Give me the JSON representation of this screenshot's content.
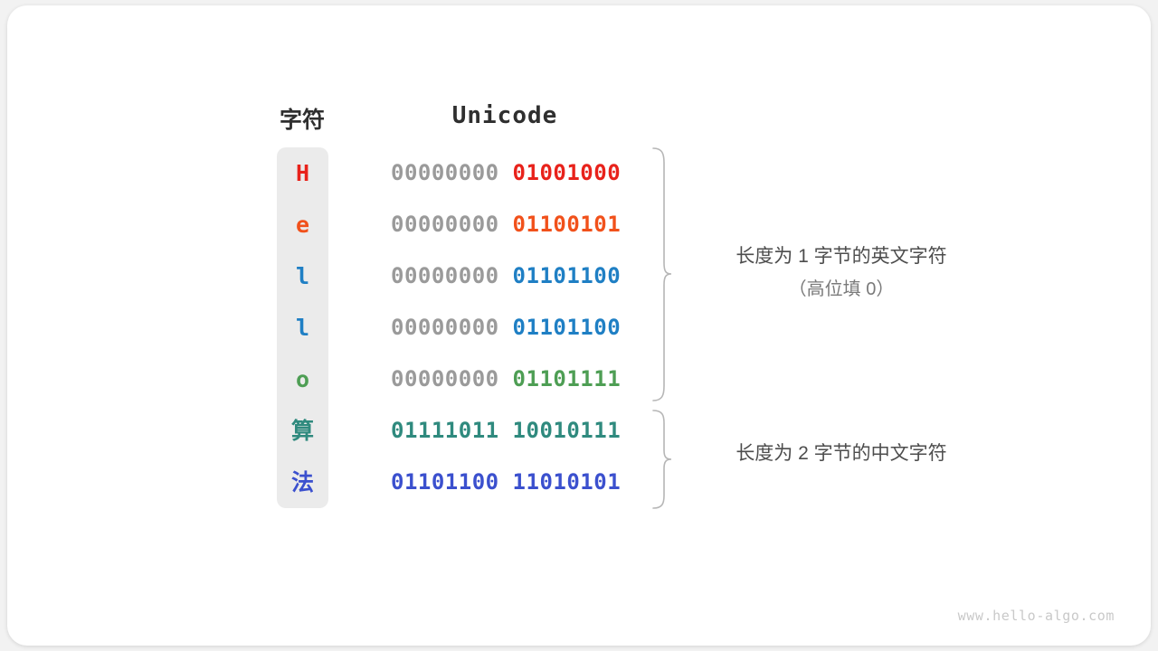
{
  "figure": {
    "headers": {
      "character": "字符",
      "unicode": "Unicode"
    },
    "rows": [
      {
        "char": "H",
        "color": "#e8221b",
        "high_byte": "00000000",
        "low_byte": "01001000",
        "group": "ascii"
      },
      {
        "char": "e",
        "color": "#f1511b",
        "high_byte": "00000000",
        "low_byte": "01100101",
        "group": "ascii"
      },
      {
        "char": "l",
        "color": "#1f7fc4",
        "high_byte": "00000000",
        "low_byte": "01101100",
        "group": "ascii"
      },
      {
        "char": "l",
        "color": "#1f7fc4",
        "high_byte": "00000000",
        "low_byte": "01101100",
        "group": "ascii"
      },
      {
        "char": "o",
        "color": "#4e9e54",
        "high_byte": "00000000",
        "low_byte": "01101111",
        "group": "ascii"
      },
      {
        "char": "算",
        "color": "#2f8a7e",
        "high_byte": "01111011",
        "low_byte": "10010111",
        "group": "cjk"
      },
      {
        "char": "法",
        "color": "#3b50ce",
        "high_byte": "01101100",
        "low_byte": "11010101",
        "group": "cjk"
      }
    ],
    "annotations": [
      {
        "main": "长度为 1 字节的英文字符",
        "sub": "（高位填 0）"
      },
      {
        "main": "长度为 2 字节的中文字符",
        "sub": ""
      }
    ],
    "watermark": "www.hello-algo.com",
    "colors": {
      "background": "#f2f2f2",
      "card": "#ffffff",
      "char_column": "#ebebeb",
      "high_zero_gray": "#9a9a9a",
      "brace": "#b6b6b6",
      "annotation_text": "#4d4d4d",
      "annotation_sub_text": "#7a7a7a",
      "header_text": "#2f2f2f",
      "watermark_text": "#c9c9c9"
    }
  }
}
